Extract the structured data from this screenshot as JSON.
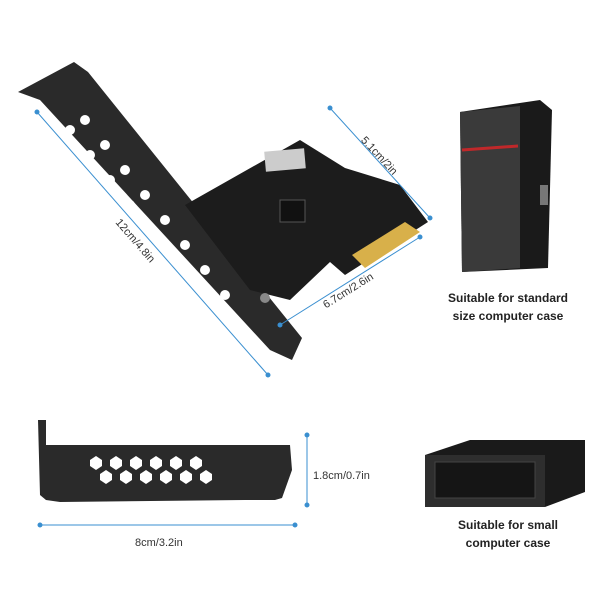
{
  "dimensions": {
    "bracket_length": "12cm/4.8in",
    "card_height": "5.1cm/2in",
    "card_width": "6.7cm/2.6in",
    "low_profile_height": "1.8cm/0.7in",
    "low_profile_width": "8cm/3.2in"
  },
  "captions": {
    "standard_line1": "Suitable for standard",
    "standard_line2": "size computer case",
    "small_line1": "Suitable for small",
    "small_line2": "computer case"
  },
  "colors": {
    "dimension_line": "#3a8fd0",
    "pcb": "#1c1c1c",
    "gold_contacts": "#d8b04a",
    "case_accent": "#c0282a"
  }
}
